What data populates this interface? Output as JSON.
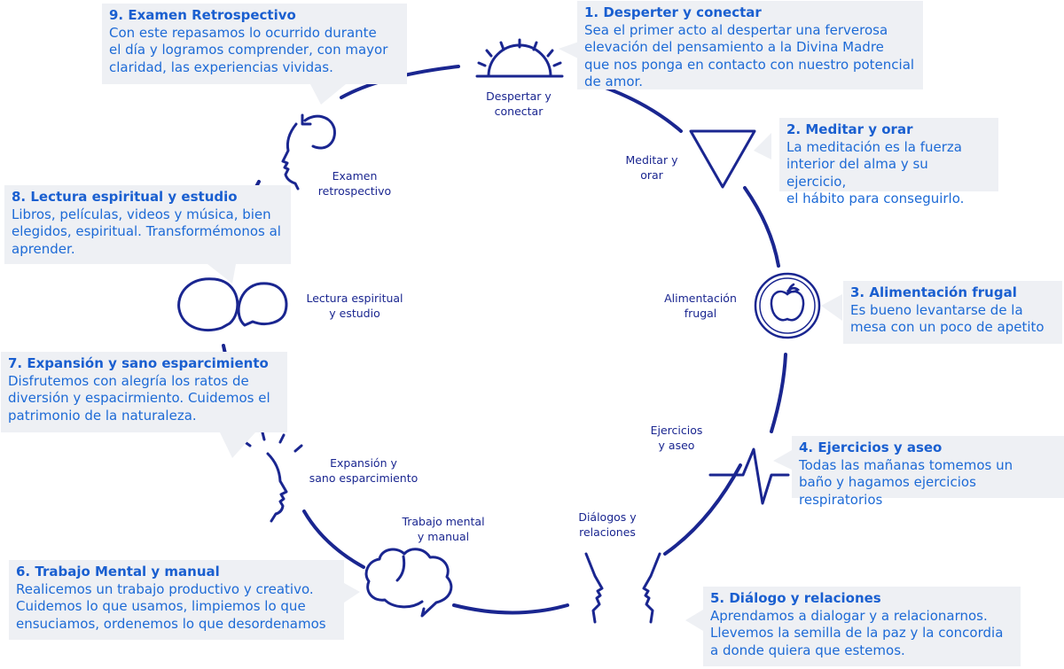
{
  "colors": {
    "ring": "#1a2690",
    "box_bg": "#eef0f4",
    "box_text": "#1d6ad6"
  },
  "steps": [
    {
      "title": "1. Desperter y conectar",
      "desc": "Sea el primer acto al despertar una ferverosa\nelevación del pensamiento a la Divina Madre\nque nos ponga en contacto con nuestro potencial\nde amor.",
      "label": "Despertar y\nconectar",
      "icon": "sunrise-icon"
    },
    {
      "title": "2. Meditar y orar",
      "desc": "La meditación es la fuerza\n interior del alma y su ejercicio,\nel hábito para conseguirlo.",
      "label": "Meditar y\norar",
      "icon": "triangle-icon"
    },
    {
      "title": "3. Alimentación frugal",
      "desc": "Es bueno levantarse de la\nmesa con un poco de apetito",
      "label": "Alimentación\nfrugal",
      "icon": "apple-plate-icon"
    },
    {
      "title": "4. Ejercicios y aseo",
      "desc": "Todas las mañanas tomemos un\nbaño y hagamos ejercicios respiratorios",
      "label": "Ejercicios\ny aseo",
      "icon": "pulse-icon"
    },
    {
      "title": "5. Diálogo y relaciones",
      "desc": "Aprendamos a dialogar y a relacionarnos.\nLlevemos la semilla de la paz y la concordia\na donde quiera que estemos.",
      "label": "Diálogos y\nrelaciones",
      "icon": "two-faces-icon"
    },
    {
      "title": "6. Trabajo Mental y manual",
      "desc": "Realicemos un trabajo productivo y creativo.\nCuidemos lo que usamos, limpiemos lo que\nensuciamos, ordenemos lo que desordenamos",
      "label": "Trabajo mental\ny manual",
      "icon": "brain-icon"
    },
    {
      "title": "7. Expansión y sano esparcimiento",
      "desc": "Disfrutemos con alegría los ratos de\ndiversión y espacirmiento. Cuidemos el\npatrimonio de la naturaleza.",
      "label": "Expansión y\nsano esparcimiento",
      "icon": "face-rays-icon"
    },
    {
      "title": "8. Lectura espiritual y estudio",
      "desc": "Libros, películas, videos y música, bien\nelegidos, espiritual. Transformémonos al\naprender.",
      "label": "Lectura espiritual\ny estudio",
      "icon": "speech-bubbles-icon"
    },
    {
      "title": "9. Examen Retrospectivo",
      "desc": "Con este repasamos lo ocurrido durante\nel día y logramos comprender, con mayor\nclaridad, las experiencias vividas.",
      "label": "Examen\nretrospectivo",
      "icon": "face-arrow-icon"
    }
  ]
}
